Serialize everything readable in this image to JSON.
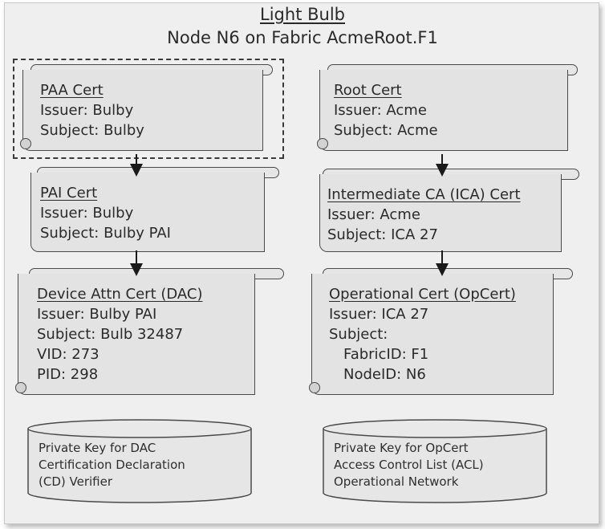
{
  "title": "Light Bulb",
  "subtitle": "Node N6 on Fabric AcmeRoot.F1",
  "certs": {
    "paa": {
      "title": "PAA Cert",
      "issuer": "Issuer: Bulby",
      "subject": "Subject: Bulby"
    },
    "pai": {
      "title": "PAI Cert",
      "issuer": "Issuer: Bulby",
      "subject": "Subject: Bulby PAI"
    },
    "dac": {
      "title": "Device Attn Cert (DAC)",
      "issuer": "Issuer: Bulby PAI",
      "subject": "Subject: Bulb 32487",
      "vid": "VID: 273",
      "pid": "PID: 298"
    },
    "root": {
      "title": "Root Cert",
      "issuer": "Issuer: Acme",
      "subject": "Subject: Acme"
    },
    "ica": {
      "title": "Intermediate CA (ICA) Cert",
      "issuer": "Issuer: Acme",
      "subject": "Subject: ICA 27"
    },
    "opcert": {
      "title": "Operational Cert (OpCert)",
      "issuer": "Issuer: ICA 27",
      "subject": "Subject:",
      "fabric_id": "FabricID: F1",
      "node_id": "NodeID: N6"
    }
  },
  "storage": {
    "left": [
      "Private Key for DAC",
      "Certification Declaration",
      "(CD) Verifier"
    ],
    "right": [
      "Private Key for OpCert",
      "Access Control List (ACL)",
      "Operational Network"
    ]
  },
  "colors": {
    "background": "#eeefee",
    "scroll_fill": "#e3e3e3",
    "outline": "#4a4a4a",
    "text": "#2a2a2a"
  }
}
